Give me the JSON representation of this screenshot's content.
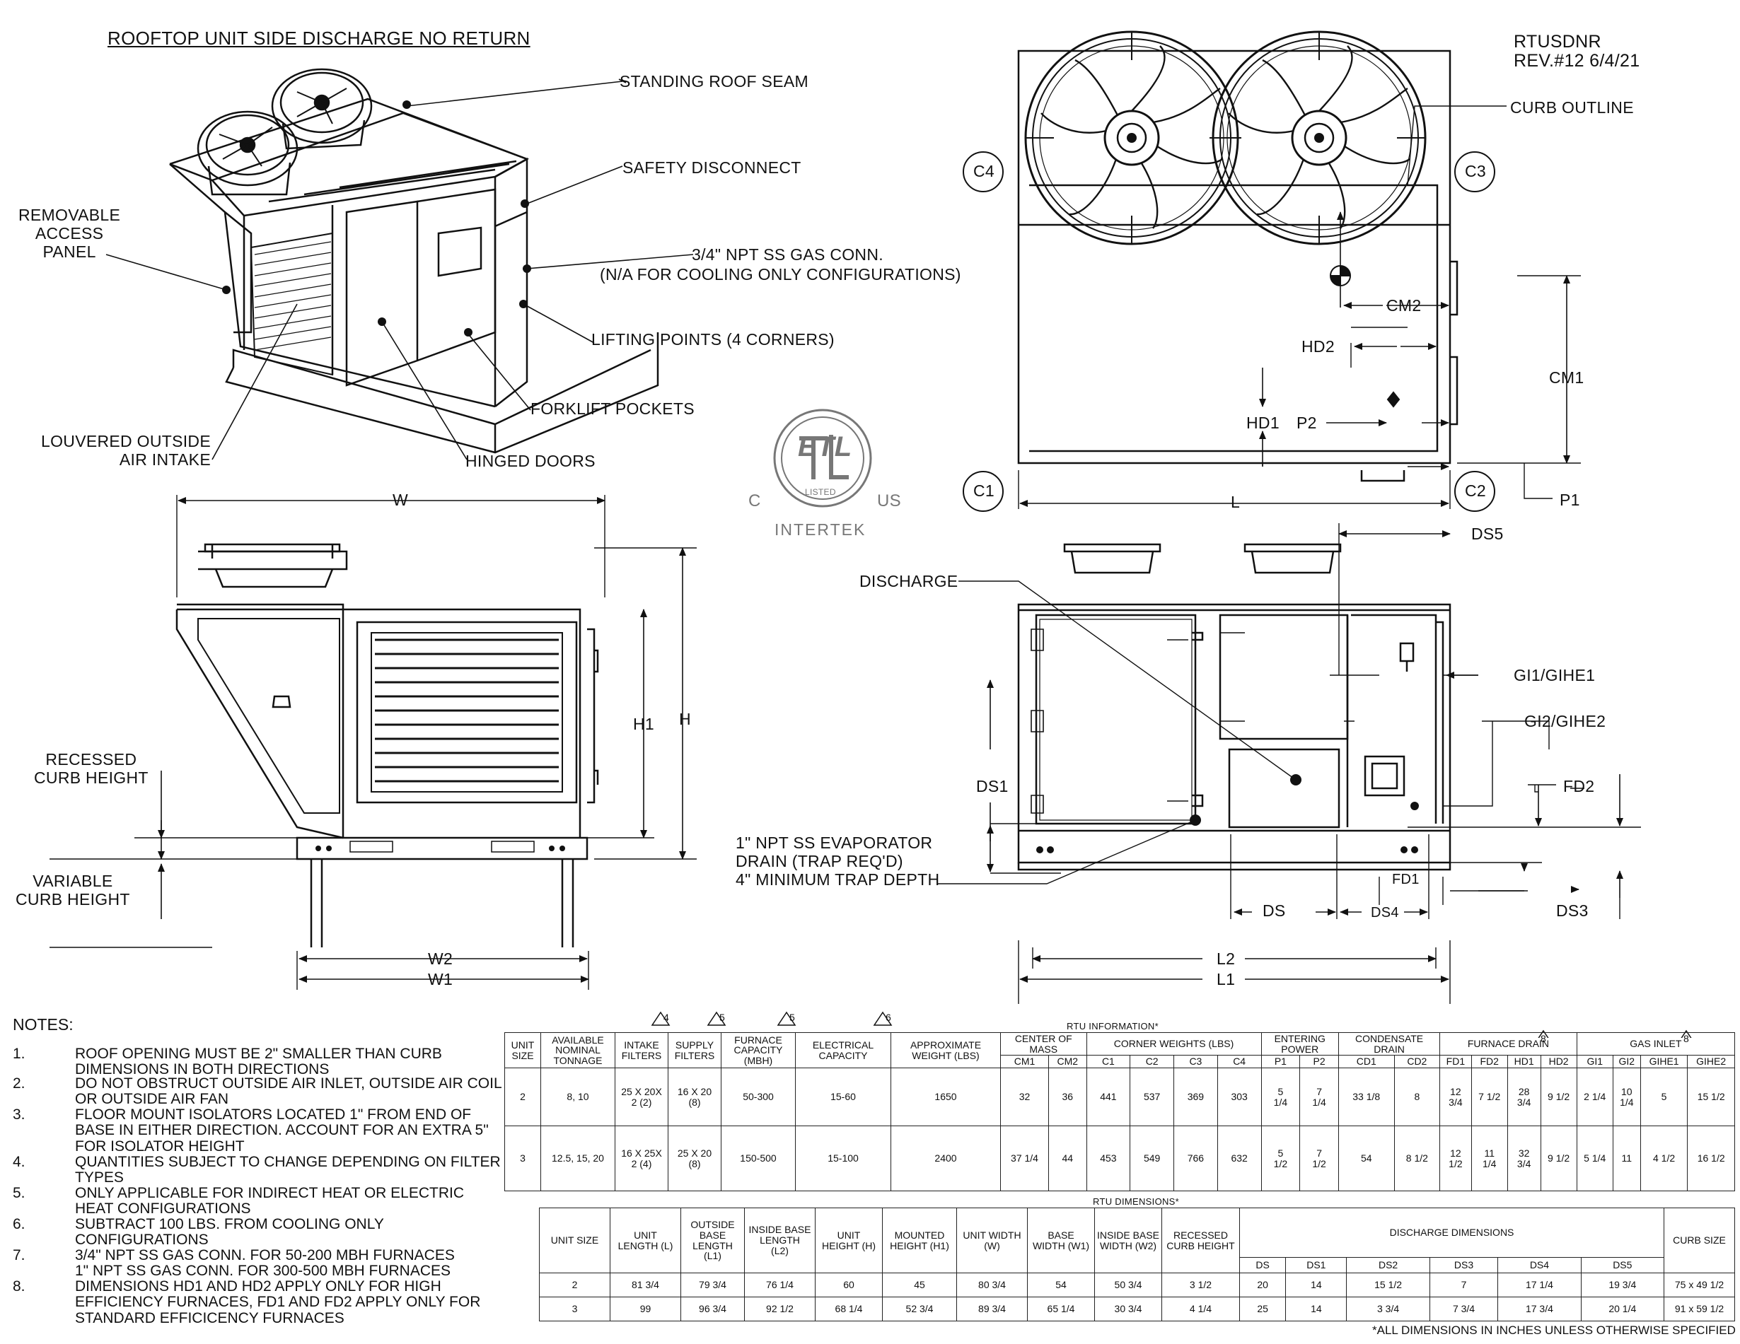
{
  "title": "ROOFTOP UNIT SIDE DISCHARGE NO RETURN",
  "doc_id": "RTUSDNR",
  "revision": "REV.#12 6/4/21",
  "callouts": {
    "standing_roof_seam": "STANDING ROOF SEAM",
    "safety_disconnect": "SAFETY DISCONNECT",
    "gas_conn": "3/4\" NPT SS GAS CONN.",
    "gas_conn_note": "(N/A FOR COOLING ONLY CONFIGURATIONS)",
    "removable_access_panel": "REMOVABLE\nACCESS\nPANEL",
    "lifting_points": "LIFTING POINTS (4 CORNERS)",
    "forklift_pockets": "FORKLIFT POCKETS",
    "louvered_intake": "LOUVERED OUTSIDE\nAIR INTAKE",
    "hinged_doors": "HINGED DOORS",
    "curb_outline": "CURB OUTLINE",
    "discharge": "DISCHARGE",
    "evap_drain": "1\" NPT SS EVAPORATOR\nDRAIN (TRAP REQ'D)\n4\" MINIMUM TRAP DEPTH",
    "recessed_curb_height": "RECESSED\nCURB HEIGHT",
    "variable_curb_height": "VARIABLE\nCURB HEIGHT"
  },
  "dimension_labels": {
    "W": "W",
    "H": "H",
    "H1": "H1",
    "W1": "W1",
    "W2": "W2",
    "L": "L",
    "L1": "L1",
    "L2": "L2",
    "CM1": "CM1",
    "CM2": "CM2",
    "HD1": "HD1",
    "HD2": "HD2",
    "P1": "P1",
    "P2": "P2",
    "DS": "DS",
    "DS1": "DS1",
    "DS3": "DS3",
    "DS4": "DS4",
    "DS5": "DS5",
    "FD1": "FD1",
    "FD2": "FD2",
    "GI1": "GI1/GIHE1",
    "GI2": "GI2/GIHE2",
    "C1": "C1",
    "C2": "C2",
    "C3": "C3",
    "C4": "C4"
  },
  "cert_logo": {
    "c": "C",
    "us": "US",
    "listed": "LISTED",
    "mark": "ETL",
    "company": "INTERTEK"
  },
  "notes_heading": "NOTES:",
  "notes": [
    {
      "n": "1.",
      "text": "ROOF OPENING MUST BE 2\" SMALLER THAN CURB\nDIMENSIONS IN BOTH DIRECTIONS"
    },
    {
      "n": "2.",
      "text": "DO NOT OBSTRUCT OUTSIDE AIR INLET, OUTSIDE AIR COIL\nOR OUTSIDE AIR FAN"
    },
    {
      "n": "3.",
      "text": "FLOOR MOUNT ISOLATORS LOCATED 1\" FROM END OF\nBASE IN EITHER DIRECTION. ACCOUNT FOR AN EXTRA 5\"\nFOR ISOLATOR HEIGHT"
    },
    {
      "n": "4.",
      "text": "QUANTITIES SUBJECT TO CHANGE DEPENDING ON FILTER\nTYPES"
    },
    {
      "n": "5.",
      "text": "ONLY APPLICABLE FOR INDIRECT HEAT OR ELECTRIC\nHEAT CONFIGURATIONS"
    },
    {
      "n": "6.",
      "text": "SUBTRACT 100 LBS. FROM COOLING ONLY\nCONFIGURATIONS"
    },
    {
      "n": "7.",
      "text": "3/4\" NPT SS GAS CONN. FOR 50-200 MBH FURNACES\n1\" NPT SS GAS CONN. FOR 300-500 MBH FURNACES"
    },
    {
      "n": "8.",
      "text": "DIMENSIONS HD1 AND HD2 APPLY ONLY FOR HIGH\nEFFICIENCY FURNACES, FD1 AND FD2 APPLY ONLY FOR\nSTANDARD EFFICICENCY FURNACES"
    }
  ],
  "rtu_info": {
    "caption": "RTU INFORMATION*",
    "note_flags": {
      "intake": "4",
      "supply": "5",
      "furnace": "5",
      "electrical": "6",
      "furnace_drain": "8",
      "gas_inlet": "8"
    },
    "headers": {
      "unit_size": "UNIT\nSIZE",
      "tonnage": "AVAILABLE\nNOMINAL\nTONNAGE",
      "intake": "INTAKE\nFILTERS",
      "supply": "SUPPLY\nFILTERS",
      "furnace": "FURNACE\nCAPACITY\n(MBH)",
      "electrical": "ELECTRICAL\nCAPACITY",
      "weight": "APPROXIMATE\nWEIGHT (LBS)",
      "com": "CENTER OF\nMASS",
      "corner": "CORNER WEIGHTS (LBS)",
      "power": "ENTERING\nPOWER",
      "condensate": "CONDENSATE\nDRAIN",
      "furnace_drain": "FURNACE DRAIN",
      "gas_inlet": "GAS INLET"
    },
    "subheaders": [
      "CM1",
      "CM2",
      "C1",
      "C2",
      "C3",
      "C4",
      "P1",
      "P2",
      "CD1",
      "CD2",
      "FD1",
      "FD2",
      "HD1",
      "HD2",
      "GI1",
      "GI2",
      "GIHE1",
      "GIHE2"
    ],
    "rows": [
      [
        "2",
        "8, 10",
        "25 X 20X\n2 (2)",
        "16 X 20\n(8)",
        "50-300",
        "15-60",
        "1650",
        "32",
        "36",
        "441",
        "537",
        "369",
        "303",
        "5\n1/4",
        "7\n1/4",
        "33 1/8",
        "8",
        "12\n3/4",
        "7 1/2",
        "28\n3/4",
        "9 1/2",
        "2 1/4",
        "10\n1/4",
        "5",
        "15 1/2"
      ],
      [
        "3",
        "12.5, 15, 20",
        "16 X 25X\n2 (4)",
        "25 X 20\n(8)",
        "150-500",
        "15-100",
        "2400",
        "37 1/4",
        "44",
        "453",
        "549",
        "766",
        "632",
        "5\n1/2",
        "7\n1/2",
        "54",
        "8 1/2",
        "12\n1/2",
        "11\n1/4",
        "32\n3/4",
        "9 1/2",
        "5 1/4",
        "11",
        "4 1/2",
        "16 1/2"
      ]
    ]
  },
  "rtu_dims": {
    "caption": "RTU DIMENSIONS*",
    "headers": [
      "UNIT SIZE",
      "UNIT\nLENGTH (L)",
      "OUTSIDE\nBASE\nLENGTH\n(L1)",
      "INSIDE BASE\nLENGTH\n(L2)",
      "UNIT\nHEIGHT (H)",
      "MOUNTED\nHEIGHT (H1)",
      "UNIT WIDTH\n(W)",
      "BASE\nWIDTH (W1)",
      "INSIDE BASE\nWIDTH (W2)",
      "RECESSED\nCURB HEIGHT"
    ],
    "discharge_header": "DISCHARGE DIMENSIONS",
    "discharge_sub": [
      "DS",
      "DS1",
      "DS2",
      "DS3",
      "DS4",
      "DS5"
    ],
    "curb_header": "CURB SIZE",
    "rows": [
      [
        "2",
        "81 3/4",
        "79 3/4",
        "76 1/4",
        "60",
        "45",
        "80 3/4",
        "54",
        "50 3/4",
        "3 1/2",
        "20",
        "14",
        "15 1/2",
        "7",
        "17 1/4",
        "19 3/4",
        "75 x 49 1/2"
      ],
      [
        "3",
        "99",
        "96 3/4",
        "92 1/2",
        "68 1/4",
        "52 3/4",
        "89 3/4",
        "65 1/4",
        "30 3/4",
        "4 1/4",
        "25",
        "14",
        "3 3/4",
        "7 3/4",
        "17 3/4",
        "20 1/4",
        "91 x 59 1/2"
      ]
    ]
  },
  "footnote": "*ALL DIMENSIONS IN INCHES UNLESS OTHERWISE SPECIFIED"
}
